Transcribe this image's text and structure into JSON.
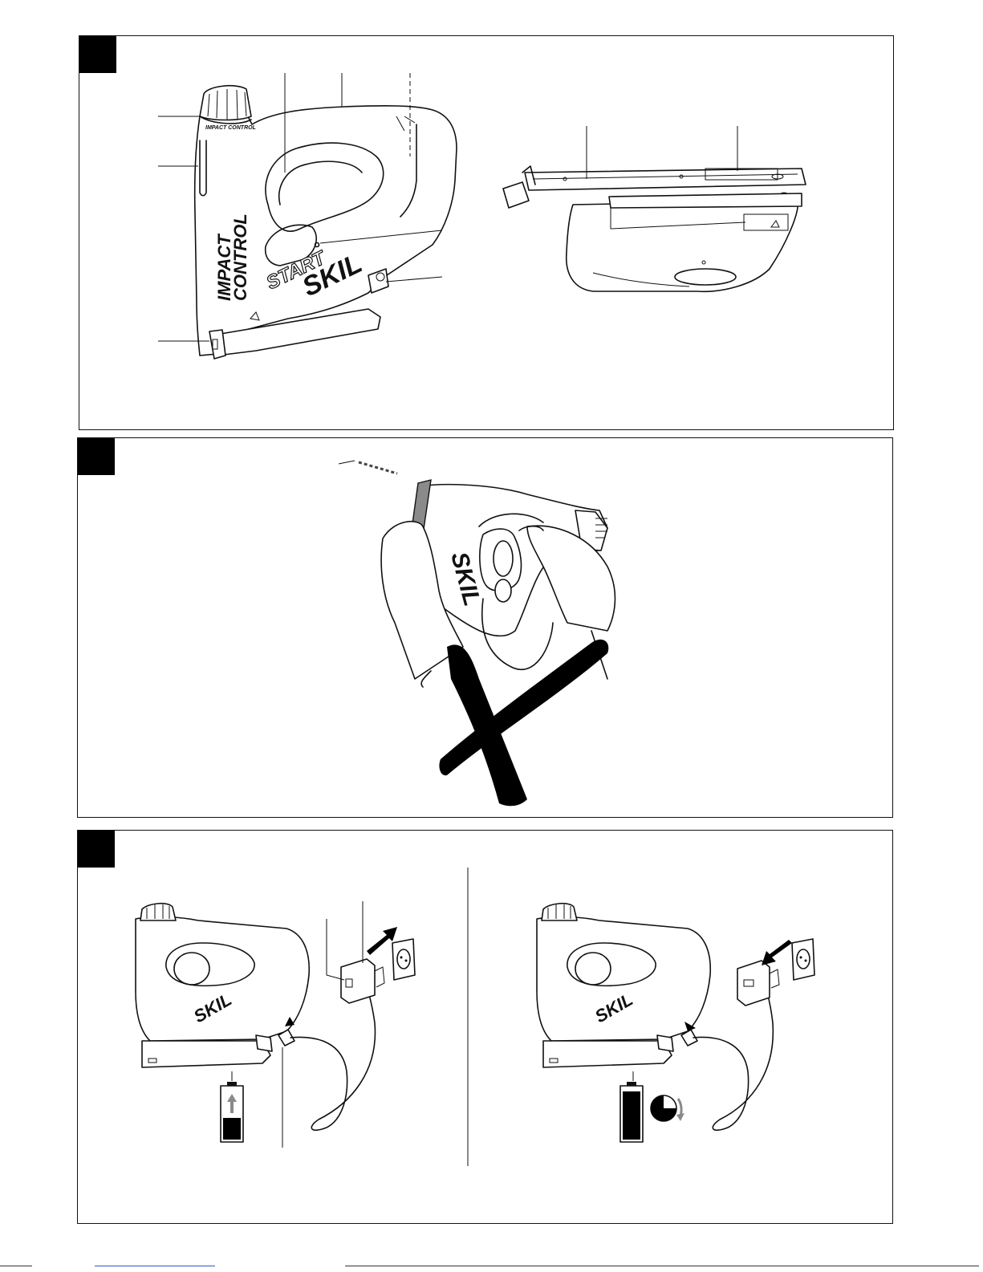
{
  "panel1": {
    "tool_side_text_line1": "IMPACT",
    "tool_side_text_line2": "CONTROL",
    "tool_dial_text": "IMPACT CONTROL",
    "start_text": "START",
    "brand_text": "SKIL"
  },
  "panel2": {
    "brand_text": "SKIL"
  },
  "panel3": {
    "left_brand_text": "SKIL",
    "right_brand_text": "SKIL"
  },
  "colors": {
    "line": "#111111",
    "fill_black": "#000000",
    "gray_accent": "#8a8a8a"
  }
}
